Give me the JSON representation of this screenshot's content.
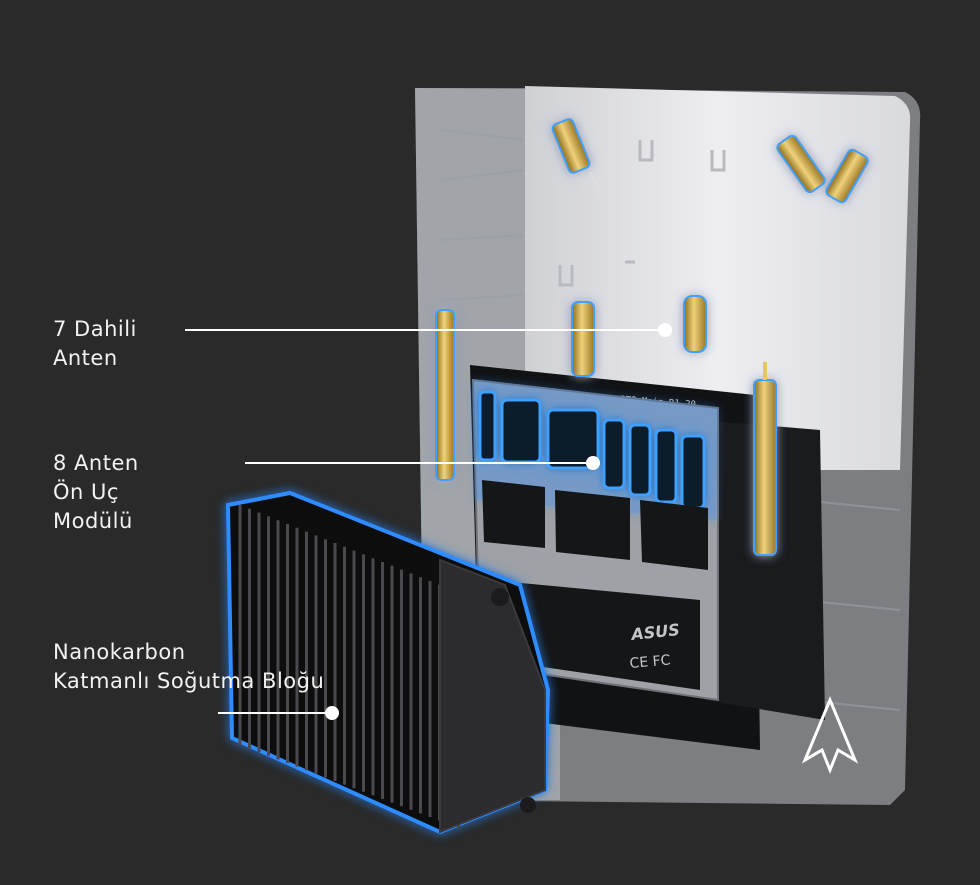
{
  "labels": {
    "internal_antenna": "7 Dahili\nAnten",
    "front_end_module": "8 Anten\nÖn Uç\nModülü",
    "cooling_block": "Nanokarbon\nKatmanlı Soğutma Bloğu"
  },
  "board_texts": {
    "brand": "ASUS",
    "cert": "CE FC",
    "board_id": "BT8_Main R1.20"
  },
  "colors": {
    "background": "#2a2a2a",
    "glow": "#2d8cff",
    "gold": "#c9a23c",
    "case": "#e8e8ec"
  }
}
